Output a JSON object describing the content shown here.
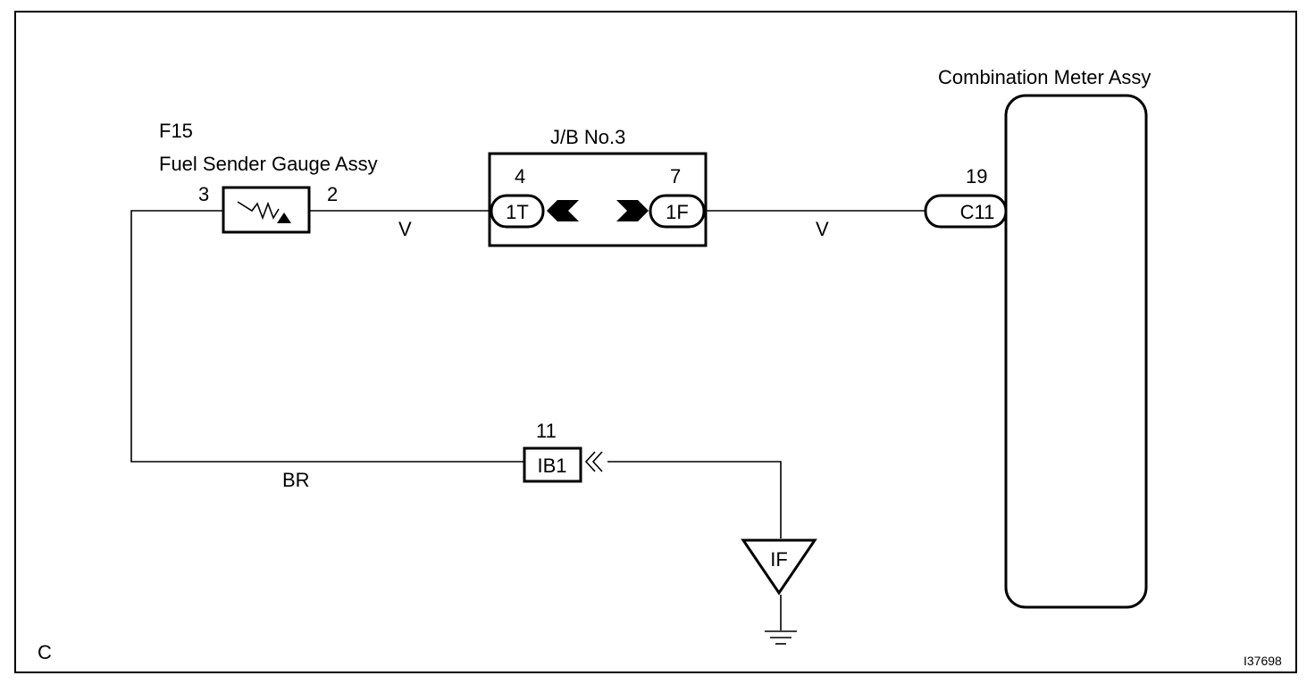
{
  "sheet_code": "C",
  "figure_id": "I37698",
  "fuel_sender": {
    "connector": "F15",
    "name": "Fuel Sender Gauge Assy",
    "pin_left": "3",
    "pin_right": "2"
  },
  "junction_block": {
    "name": "J/B No.3",
    "left_pin": "4",
    "left_connector": "1T",
    "right_pin": "7",
    "right_connector": "1F"
  },
  "combination_meter": {
    "name": "Combination Meter Assy",
    "pin": "19",
    "connector": "C11"
  },
  "wires": {
    "sender_to_jb": "V",
    "jb_to_meter": "V",
    "ground_return": "BR"
  },
  "junction_connector": {
    "pin": "11",
    "connector": "IB1"
  },
  "ground_point": {
    "label": "IF"
  },
  "icons": [
    "variable-resistor-icon",
    "connector-arrow-icon",
    "ground-icon"
  ]
}
